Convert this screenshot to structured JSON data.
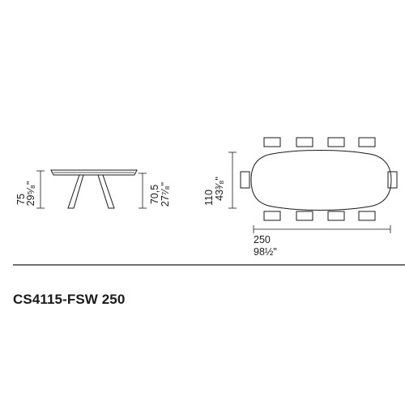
{
  "side_view": {
    "height_cm": "75",
    "height_in": "29⁵⁄₈\""
  },
  "end_view": {
    "height_cm": "70,5",
    "height_in": "27⁷⁄₈\""
  },
  "top_view": {
    "width_cm": "110",
    "width_in": "43³⁄₈\"",
    "length_cm": "250",
    "length_in": "98½\""
  },
  "product": {
    "code": "CS4115-FSW 250"
  }
}
